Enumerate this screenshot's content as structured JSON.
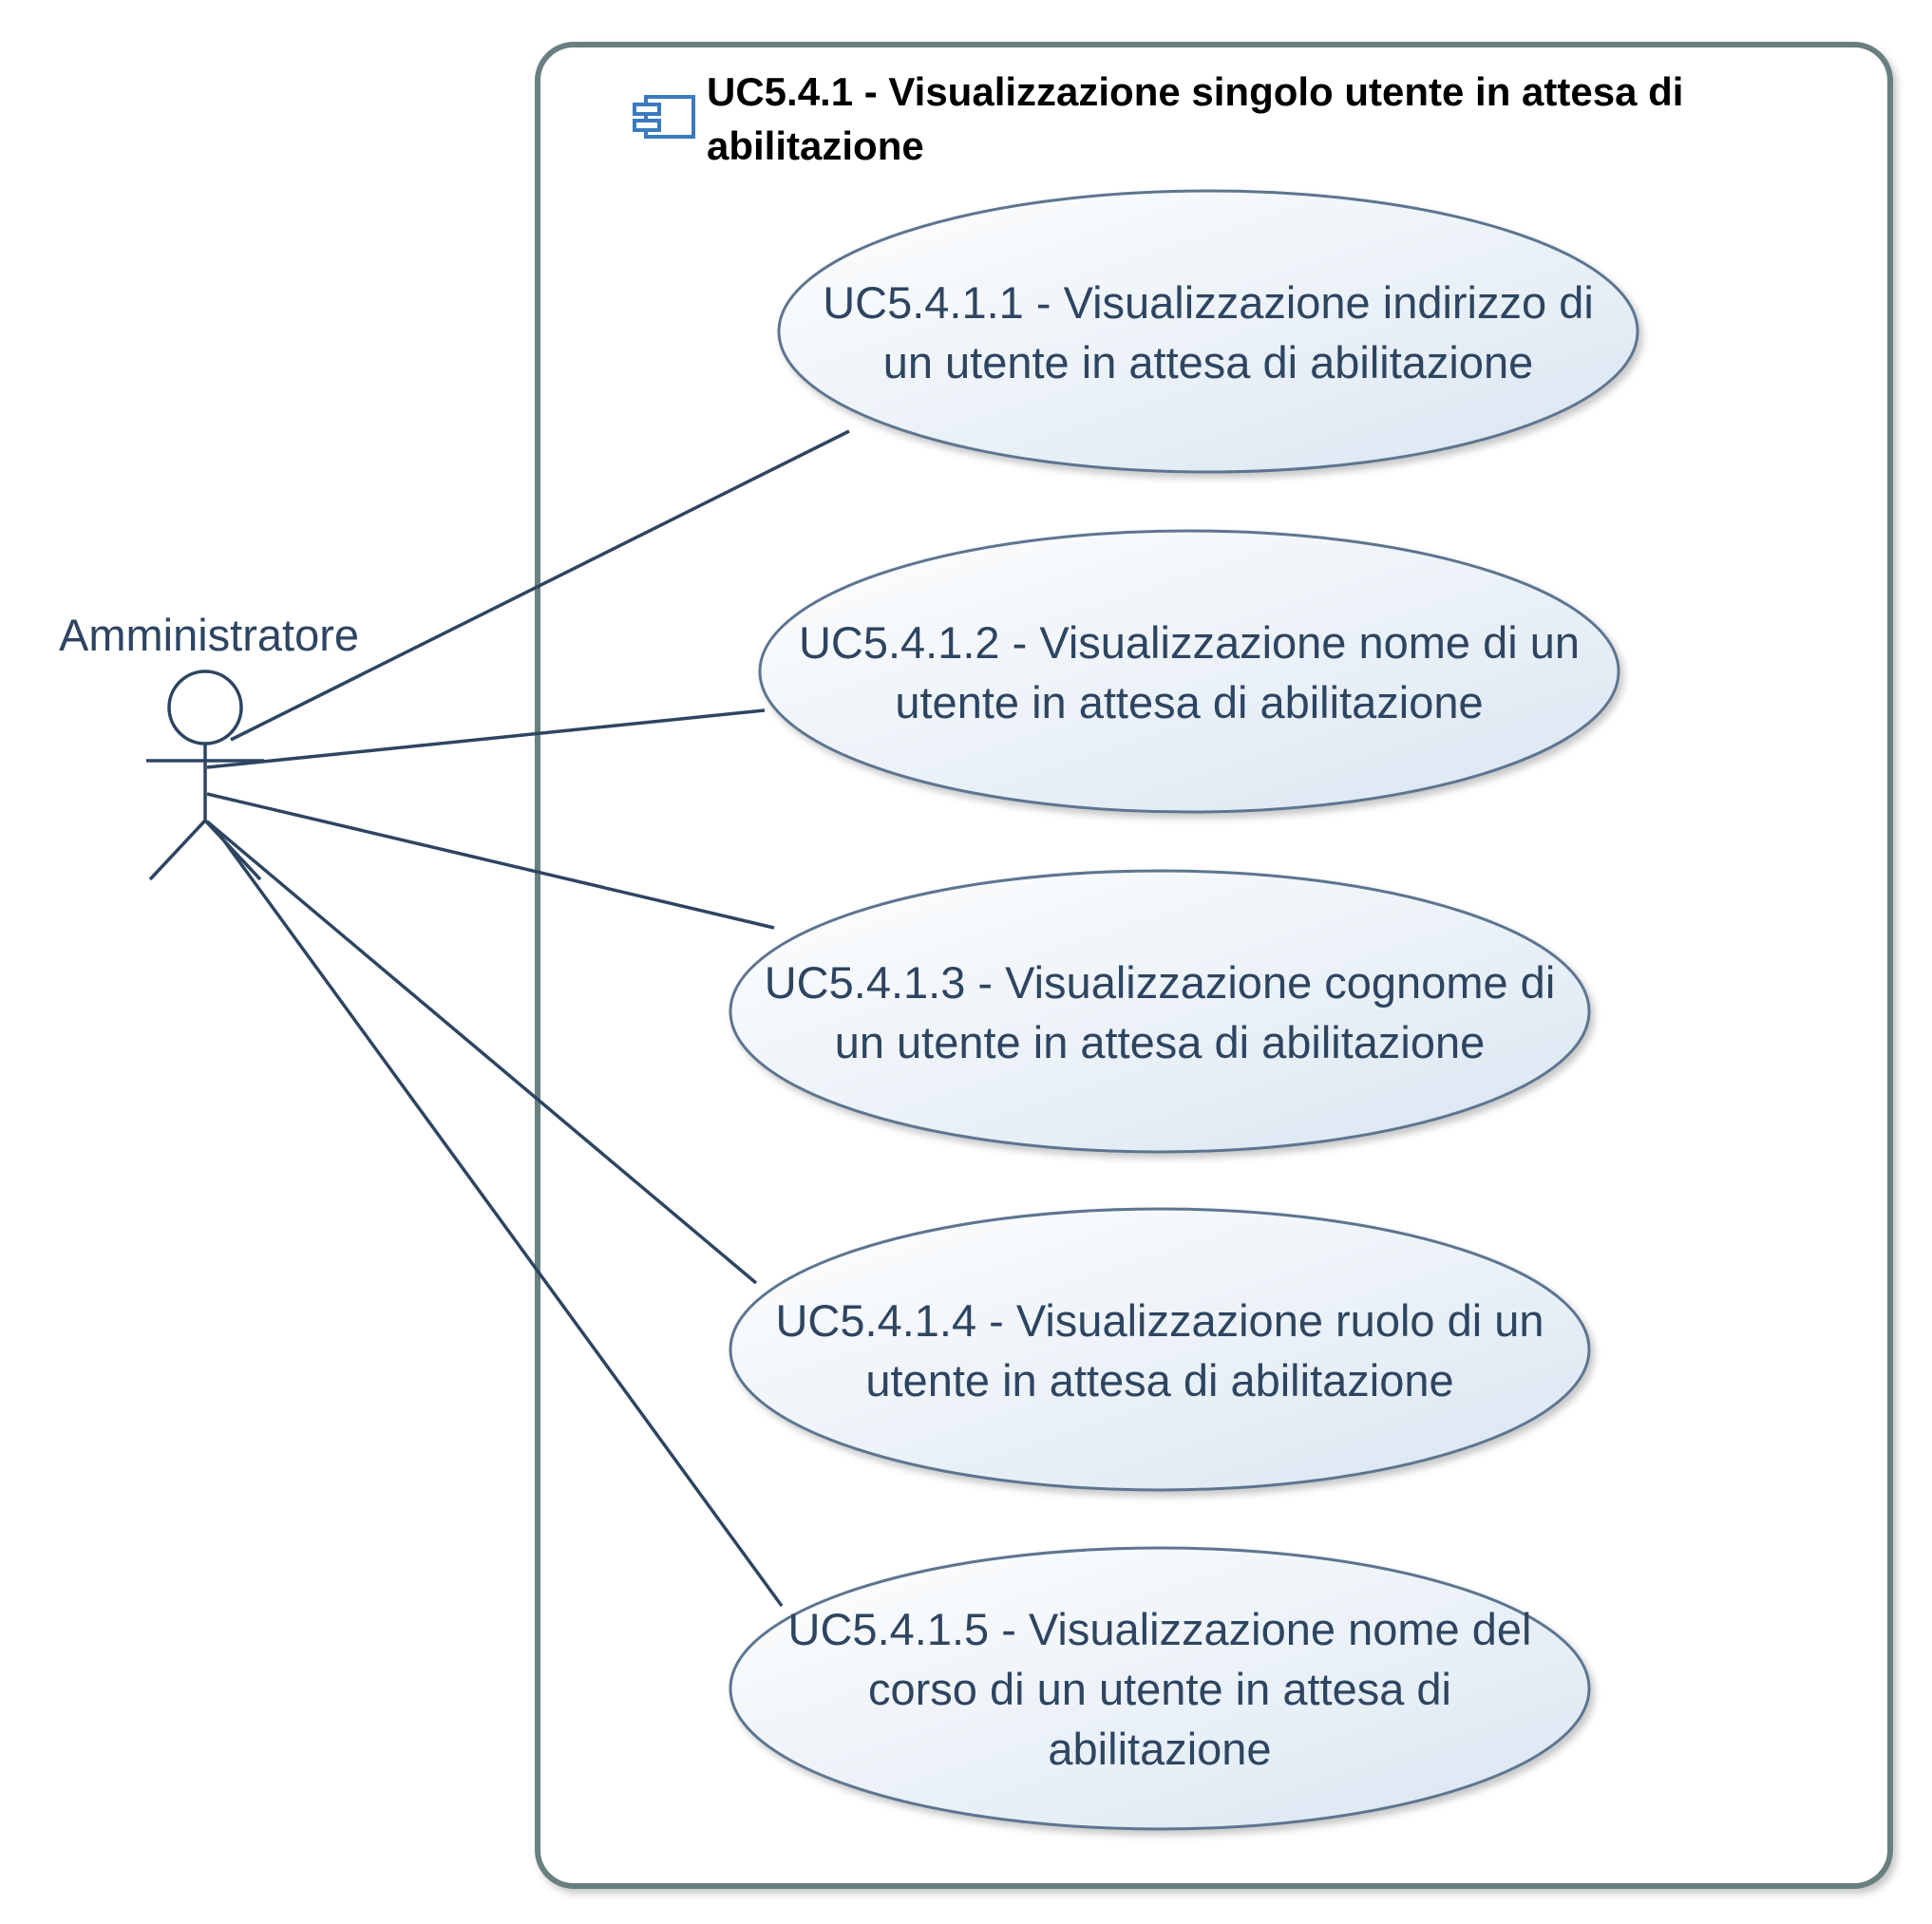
{
  "system": {
    "title_line1": "UC5.4.1 - Visualizzazione singolo utente in attesa di",
    "title_line2": "abilitazione",
    "icon": "component-icon"
  },
  "actor": {
    "name": "Amministratore",
    "icon": "stick-figure-actor-icon"
  },
  "use_cases": [
    {
      "line1": "UC5.4.1.1 - Visualizzazione indirizzo di",
      "line2": "un utente in attesa di abilitazione"
    },
    {
      "line1": "UC5.4.1.2 - Visualizzazione nome di un",
      "line2": "utente in attesa di abilitazione"
    },
    {
      "line1": "UC5.4.1.3 - Visualizzazione cognome di",
      "line2": "un utente in attesa di abilitazione"
    },
    {
      "line1": "UC5.4.1.4 - Visualizzazione ruolo di un",
      "line2": "utente in attesa di abilitazione"
    },
    {
      "line1": "UC5.4.1.5 - Visualizzazione nome del",
      "line2": "corso di un utente in attesa di",
      "line3": "abilitazione"
    }
  ],
  "colors": {
    "boundary_stroke": "#6b7f7f",
    "line_color": "#2e4561",
    "text_color": "#2e4561",
    "ellipse_fill_light": "#ffffff",
    "ellipse_fill_dark": "#dbe6f2",
    "ellipse_stroke": "#5d7590",
    "title_color": "#000000",
    "icon_color": "#3a7bbf"
  }
}
